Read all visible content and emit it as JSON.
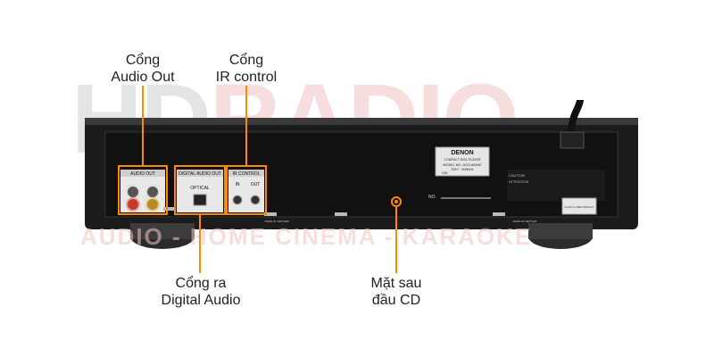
{
  "watermark": {
    "hd": "HD",
    "radio": "RADIO",
    "tagline": "AUDIO - HOME CINEMA - KARAOKE"
  },
  "callouts": {
    "audio_out": {
      "line1": "Cổng",
      "line2": "Audio Out"
    },
    "ir_control": {
      "line1": "Cổng",
      "line2": "IR control"
    },
    "digital_audio": {
      "line1": "Cổng ra",
      "line2": "Digital Audio"
    },
    "rear_panel": {
      "line1": "Mặt sau",
      "line2": "đầu CD"
    }
  },
  "device": {
    "section_audio_out": "AUDIO OUT",
    "section_digital_out": "DIGITAL AUDIO OUT",
    "section_ir": "IR CONTROL",
    "optical_label": "OPTICAL",
    "ir_in": "IN",
    "ir_out": "OUT",
    "brand": "DENON",
    "plate_line1": "COMPACT DISC PLAYER",
    "plate_model": "MODEL NO. DCD-600NE",
    "plate_power": "230V ~ 50/60Hz",
    "plate_watts": "12W",
    "serial_label": "NO.",
    "caution": "CAUTION",
    "attention": "ATTENTION",
    "class_laser": "CLASS 1 LASER PRODUCT",
    "made_in": "MADE IN VIETNAM"
  },
  "colors": {
    "accent": "#ff8a00",
    "chassis": "#1c1c1c",
    "watermark": "#f2c4c4"
  }
}
